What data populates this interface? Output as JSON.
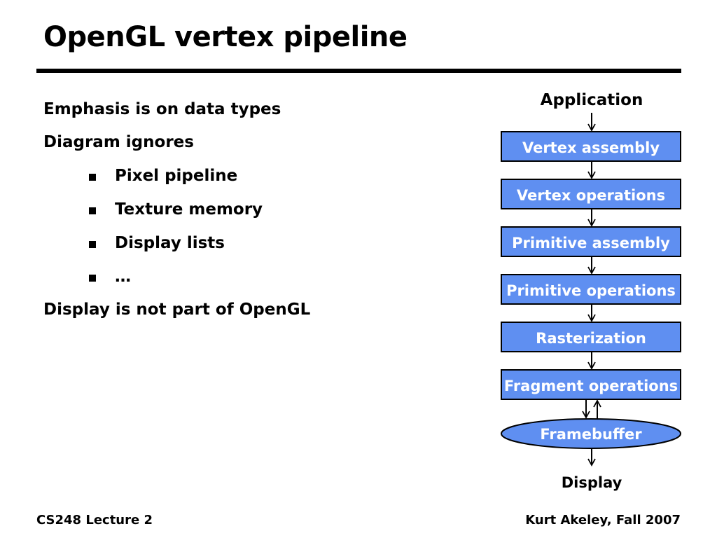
{
  "slide": {
    "title": "OpenGL vertex pipeline",
    "bullets": [
      "Emphasis is on data types",
      "Diagram ignores",
      "Pixel pipeline",
      "Texture memory",
      "Display lists",
      "…",
      "Display is not part of OpenGL"
    ]
  },
  "diagram": {
    "top_label": "Application",
    "stages": [
      "Vertex assembly",
      "Vertex operations",
      "Primitive assembly",
      "Primitive operations",
      "Rasterization",
      "Fragment operations"
    ],
    "framebuffer": "Framebuffer",
    "bottom_label": "Display",
    "colors": {
      "box_fill": "#5f8ff1",
      "box_text": "#ffffff"
    }
  },
  "footer": {
    "left": "CS248 Lecture 2",
    "right": "Kurt Akeley, Fall 2007"
  }
}
